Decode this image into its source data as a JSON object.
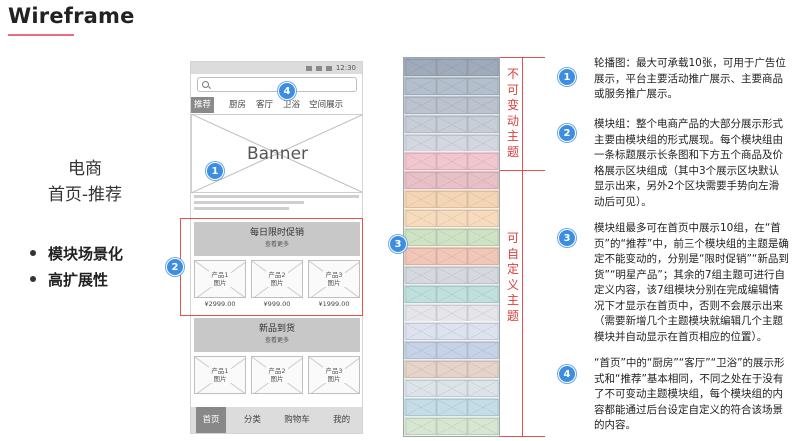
{
  "header": {
    "title": "Wireframe"
  },
  "left": {
    "heading_line1": "电商",
    "heading_line2": "首页-推荐",
    "bullets": [
      "模块场景化",
      "高扩展性"
    ]
  },
  "phone": {
    "status_time": "12:30",
    "tabs": [
      "推荐",
      "厨房",
      "客厅",
      "卫浴",
      "空间展示"
    ],
    "banner_label": "Banner",
    "modules": [
      {
        "title": "每日限时促销",
        "more": "查看更多",
        "products": [
          {
            "name_line1": "产品1",
            "name_line2": "图片",
            "price": "¥2999.00"
          },
          {
            "name_line1": "产品2",
            "name_line2": "图片",
            "price": "¥999.00"
          },
          {
            "name_line1": "产品3",
            "name_line2": "图片",
            "price": "¥1999.00"
          }
        ]
      },
      {
        "title": "新品到货",
        "more": "查看更多",
        "products": [
          {
            "name_line1": "产品1",
            "name_line2": "图片",
            "price": ""
          },
          {
            "name_line1": "产品2",
            "name_line2": "图片",
            "price": ""
          },
          {
            "name_line1": "产品3",
            "name_line2": "图片",
            "price": ""
          }
        ]
      }
    ],
    "bottom_nav": [
      "首页",
      "分类",
      "购物车",
      "我的"
    ]
  },
  "badges": [
    "1",
    "2",
    "3",
    "4"
  ],
  "strip": {
    "label_fixed": "不可变动主题",
    "label_custom": "可自定义主题",
    "row_colors": [
      "#9faabb",
      "#b3bfcc",
      "#bcc3cf",
      "#c7ced8",
      "#d3d8e0",
      "#f1c6cf",
      "#e8c1c8",
      "#f5d6b4",
      "#f6dcbd",
      "#cfe3c4",
      "#f1c7b8",
      "#d6d8e0",
      "#bfe0dc",
      "#e5e5ea",
      "#dde2ef",
      "#c6d3e6",
      "#e6d3c9",
      "#dce4ea",
      "#c4dde6",
      "#d7e6d1"
    ]
  },
  "descriptions": [
    "轮播图：最大可承载10张，可用于广告位展示，平台主要活动推广展示、主要商品或服务推广展示。",
    "模块组：整个电商产品的大部分展示形式主要由模块组的形式展现。每个模块组由一条标题展示长条图和下方五个商品及价格展示区块组成（其中3个展示区块默认显示出来，另外2个区块需要手势向左滑动后可见）。",
    "模块组最多可在首页中展示10组，在“首页”的“推荐”中，前三个模块组的主题是确定不能变动的，分别是“限时促销”“新品到货”“明星产品”；其余的7组主题可进行自定义内容，该7组模块分别在完成编辑情况下才显示在首页中，否则不会展示出来（需要新增几个主题模块就编辑几个主题模块并自动显示在首页相应的位置）。",
    "“首页”中的“厨房”“客厅”“卫浴”的展示形式和“推荐”基本相同，不同之处在于没有了不可变动主题模块组，每个模块组的内容都能通过后台设定自定义的符合该场景的内容。"
  ]
}
